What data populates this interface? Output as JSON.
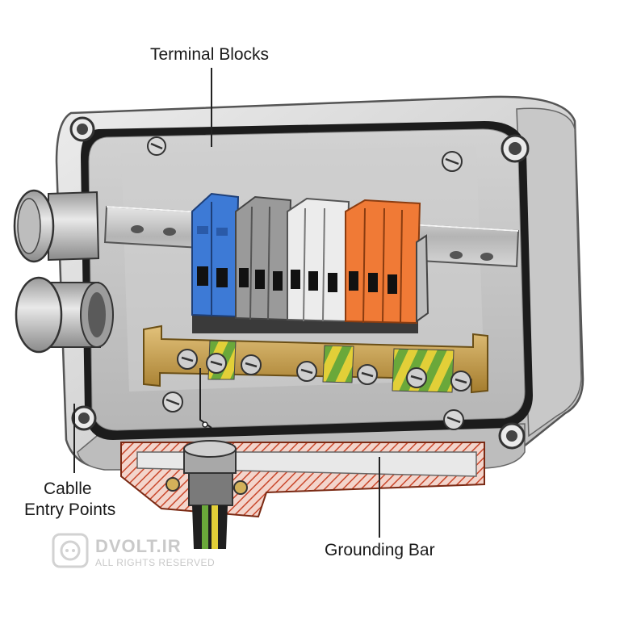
{
  "labels": {
    "terminal_blocks": "Terminal Blocks",
    "cable_entry_line1": "Cablle",
    "cable_entry_line2": "Entry Points",
    "grounding_bar": "Grounding Bar"
  },
  "watermark": {
    "brand": "DVOLT.IR",
    "tagline": "ALL RIGHTS RESERVED"
  },
  "colors": {
    "enclosure": "#d9d9d9",
    "enclosure_inner": "#c4c4c4",
    "gasket": "#1c1c1c",
    "din_rail": "#b8b8b8",
    "block_blue": "#3d7ad6",
    "block_grey": "#9a9a9a",
    "block_white": "#ececec",
    "block_orange": "#f07a36",
    "brass": "#c9a14a",
    "ground_green": "#6aa83a",
    "ground_yellow": "#e2cf38",
    "cut_red": "#c9472b"
  }
}
